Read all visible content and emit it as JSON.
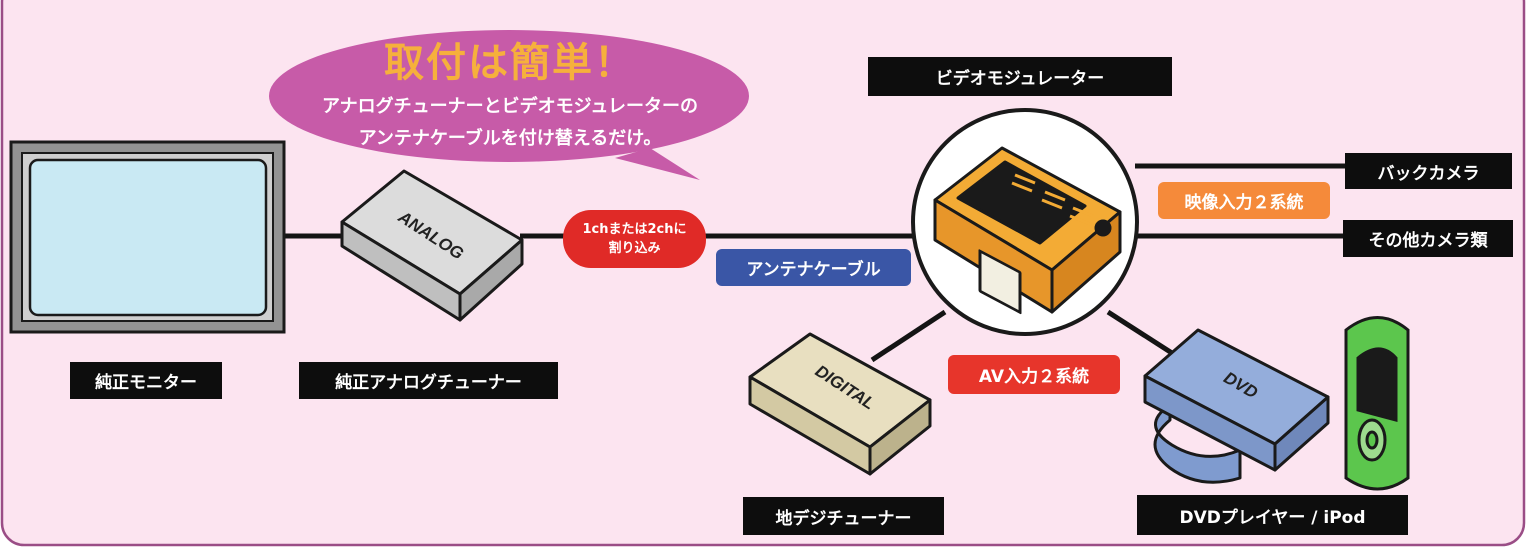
{
  "headline": {
    "title": "取付は簡単！",
    "line1": "アナログチューナーとビデオモジュレーターの",
    "line2": "アンテナケーブルを付け替えるだけ。"
  },
  "devices": {
    "monitor": "純正モニター",
    "analog_tuner": "純正アナログチューナー",
    "analog_box_text": "ANALOG",
    "digital_tuner": "地デジチューナー",
    "digital_box_text": "DIGITAL",
    "modulator": "ビデオモジュレーター",
    "back_camera": "バックカメラ",
    "other_camera": "その他カメラ類",
    "dvd_player": "DVDプレイヤー / iPod",
    "dvd_box_text": "DVD"
  },
  "tags": {
    "interrupt_line1": "1chまたは2chに",
    "interrupt_line2": "割り込み",
    "antenna_cable": "アンテナケーブル",
    "video_input": "映像入力２系統",
    "av_input": "AV入力２系統"
  },
  "colors": {
    "background": "#fce4f0",
    "bubble": "#c75ba8",
    "title_orange": "#f6b03c",
    "interrupt_red": "#e02a27",
    "antenna_blue": "#3a56a6",
    "video_orange": "#f58a3a",
    "av_red": "#e7352b",
    "modulator_orange": "#f2a632",
    "analog_gray": "#d6d6d6",
    "digital_beige": "#e5dcbb",
    "dvd_blue": "#8fa9d9",
    "ipod_green": "#59c14a"
  }
}
